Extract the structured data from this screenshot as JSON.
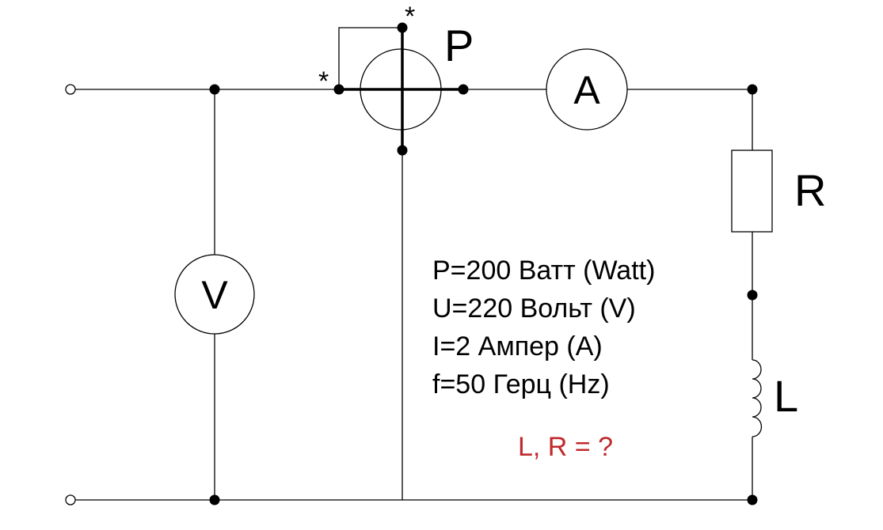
{
  "labels": {
    "wattmeter": "P",
    "ammeter": "A",
    "voltmeter": "V",
    "resistor": "R",
    "inductor": "L",
    "polarity_mark": "*"
  },
  "given": [
    "P=200 Ватт (Watt)",
    "U=220 Вольт (V)",
    "I=2 Ампер (A)",
    "f=50 Герц (Hz)"
  ],
  "question": "L, R = ?",
  "colors": {
    "line": "#000000",
    "question": "#c0292b",
    "background": "#ffffff"
  }
}
